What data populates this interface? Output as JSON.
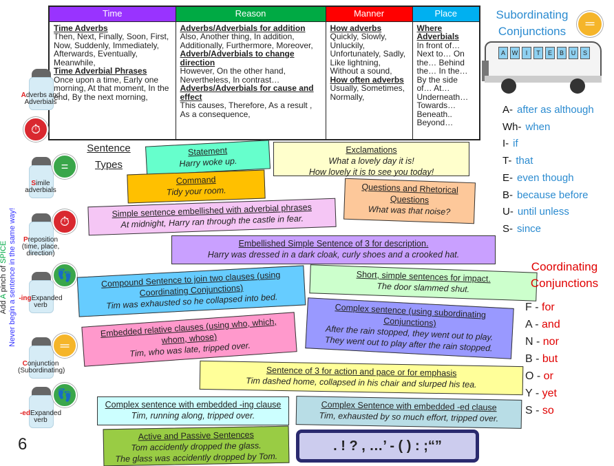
{
  "adverbials_table": {
    "headers": [
      {
        "label": "Time",
        "color": "#9933ff"
      },
      {
        "label": "Reason",
        "color": "#00aa44"
      },
      {
        "label": "Manner",
        "color": "#ff0000"
      },
      {
        "label": "Place",
        "color": "#00b0f0"
      }
    ],
    "time": {
      "h1": "Time Adverbs",
      "t1": "Then, Next, Finally, Soon, First, Now, Suddenly, Immediately, Afterwards, Eventually, Meanwhile,",
      "h2": "Time Adverbial Phrases",
      "t2": "Once upon a time, Early one morning, At that moment, In the end, By the next morning,"
    },
    "reason": {
      "h1": "Adverbs/Adverbials for addition",
      "t1": "Also, Another thing, In addition, Additionally, Furthermore, Moreover,",
      "h2": "Adverb/Adverbials to change direction",
      "t2": "However, On the other hand, Nevertheless, In contrast…",
      "h3": "Adverbs/Adverbials for cause and effect",
      "t3": "This causes, Therefore, As a result , As a consequence,"
    },
    "manner": {
      "h1": "How adverbs",
      "t1": "Quickly, Slowly, Unluckily, Unfortunately, Sadly, Like lightning, Without a sound,",
      "h2": "How often adverbs",
      "t2": "Usually, Sometimes, Normally,"
    },
    "place": {
      "h1": "Where Adverbials",
      "t1": "In front of… Next to… On the… Behind the… In the… By the side of… At… Underneath… Towards… Beneath.. Beyond…"
    }
  },
  "spice": {
    "title_parts": [
      "Add ",
      "A",
      " pinch of ",
      "SPICE"
    ],
    "subtitle": "Never begin a sentence in the same way!",
    "items": [
      {
        "letter": "A",
        "rest": "dverbs and Adverbials",
        "icon": "clock-arrow-icon"
      },
      {
        "letter": "S",
        "rest": "imile adverbials",
        "icon": "equals-icon"
      },
      {
        "letter": "P",
        "rest": "reposition (time, place, direction)",
        "icon": "clock-arrow-icon"
      },
      {
        "letter": "-ing",
        "rest": "Expanded verb",
        "icon": "running-legs-icon"
      },
      {
        "letter": "C",
        "rest": "onjunction (Subordinating)",
        "icon": "conjunction-icon"
      },
      {
        "letter": "-ed",
        "rest": "Expanded verb",
        "icon": "running-legs-icon"
      }
    ]
  },
  "sentence_types_title": "Sentence Types",
  "strips": [
    {
      "title": "Statement",
      "lines": [
        "Harry woke up."
      ]
    },
    {
      "title": "Exclamations",
      "lines": [
        "What a lovely day it is!",
        "How lovely it is to see you today!"
      ]
    },
    {
      "title": "Command",
      "lines": [
        "Tidy your room."
      ]
    },
    {
      "title": "Questions and Rhetorical Questions",
      "lines": [
        "What was that noise?"
      ]
    },
    {
      "title": "Simple sentence embellished with adverbial phrases",
      "lines": [
        "At midnight, Harry ran through the castle in fear."
      ]
    },
    {
      "title": "Embellished Simple Sentence of 3 for description.",
      "lines": [
        "Harry was dressed in a dark cloak, curly shoes and a crooked hat."
      ]
    },
    {
      "title": "Compound Sentence to join two clauses (using Coordinating Conjunctions)",
      "lines": [
        "Tim was exhausted so he collapsed into bed."
      ]
    },
    {
      "title": "Short, simple sentences for impact.",
      "lines": [
        "The door slammed shut."
      ]
    },
    {
      "title": "Embedded relative clauses (using who, which, whom, whose)",
      "lines": [
        "Tim, who was late, tripped over."
      ]
    },
    {
      "title": "Complex sentence (using subordinating Conjunctions)",
      "lines": [
        "After the rain stopped, they went out to play.",
        "They went out to play after the rain stopped."
      ]
    },
    {
      "title": "Sentence of 3 for action and pace or for emphasis",
      "lines": [
        "Tim dashed home, collapsed in his chair and slurped his tea."
      ]
    },
    {
      "title": "Complex sentence with embedded -ing clause",
      "lines": [
        "Tim, running along, tripped over."
      ]
    },
    {
      "title": "Complex Sentence with embedded -ed clause",
      "lines": [
        "Tim, exhausted by so much effort, tripped over."
      ]
    },
    {
      "title": "Active and Passive Sentences",
      "lines": [
        "Tom accidently dropped the glass.",
        "The glass was accidently dropped by Tom."
      ]
    }
  ],
  "punctuation": ". ! ? , …’ - ( ) : ;“”",
  "page_number": "6",
  "subordinating": {
    "title": "Subordinating Conjunctions",
    "bus_letters": [
      "A",
      "W",
      "I",
      "T",
      "E",
      "B",
      "U",
      "S"
    ],
    "items": [
      {
        "l": "A-",
        "w": "after as although"
      },
      {
        "l": "Wh-",
        "w": "when"
      },
      {
        "l": "I-",
        "w": "if"
      },
      {
        "l": "T-",
        "w": "that"
      },
      {
        "l": "E-",
        "w": "even though"
      },
      {
        "l": "B-",
        "w": "because before"
      },
      {
        "l": "U-",
        "w": "until unless"
      },
      {
        "l": "S-",
        "w": "since"
      }
    ]
  },
  "coordinating": {
    "title": "Coordinating Conjunctions",
    "items": [
      {
        "l": "F -",
        "w": "for"
      },
      {
        "l": "A -",
        "w": "and"
      },
      {
        "l": "N -",
        "w": "nor"
      },
      {
        "l": "B -",
        "w": "but"
      },
      {
        "l": "O -",
        "w": "or"
      },
      {
        "l": "Y -",
        "w": "yet"
      },
      {
        "l": "S -",
        "w": "so"
      }
    ]
  }
}
